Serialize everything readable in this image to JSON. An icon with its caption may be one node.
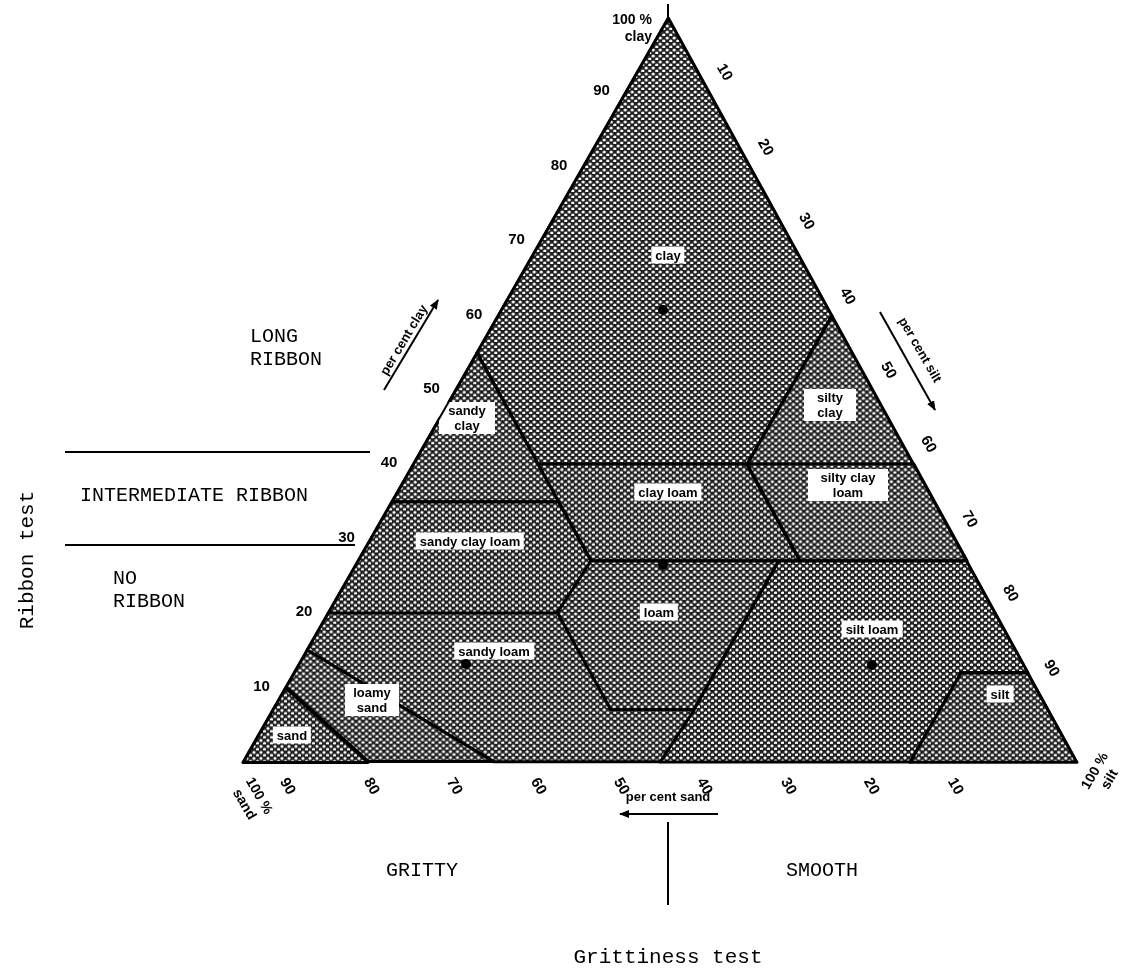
{
  "diagram": {
    "nodes": [
      {
        "text": [
          "clay"
        ]
      },
      {
        "text": [
          "silty clay"
        ]
      },
      {
        "text": [
          "sandy clay"
        ]
      },
      {
        "text": [
          "silty clay loam"
        ]
      },
      {
        "text": [
          "clay loam"
        ]
      },
      {
        "text": [
          "sandy clay loam"
        ]
      },
      {
        "text": [
          "loam"
        ]
      },
      {
        "text": [
          "silt loam"
        ]
      },
      {
        "text": [
          "sandy loam"
        ]
      },
      {
        "text": [
          "loamy sand"
        ]
      },
      {
        "text": [
          "silt"
        ]
      },
      {
        "text": [
          "sand"
        ]
      }
    ],
    "labels": [
      "100 % clay",
      "90",
      "80",
      "70",
      "60",
      "50",
      "40",
      "30",
      "20",
      "10",
      "10",
      "20",
      "30",
      "40",
      "50",
      "60",
      "70",
      "80",
      "90",
      "100 % silt",
      "90",
      "80",
      "70",
      "60",
      "50",
      "40",
      "30",
      "20",
      "10",
      "100 % sand",
      "per cent clay",
      "per cent silt",
      "per cent sand",
      "LONG RIBBON",
      "INTERMEDIATE RIBBON",
      "NO RIBBON",
      "Ribbon test",
      "GRITTY",
      "SMOOTH",
      "Grittiness test"
    ]
  }
}
